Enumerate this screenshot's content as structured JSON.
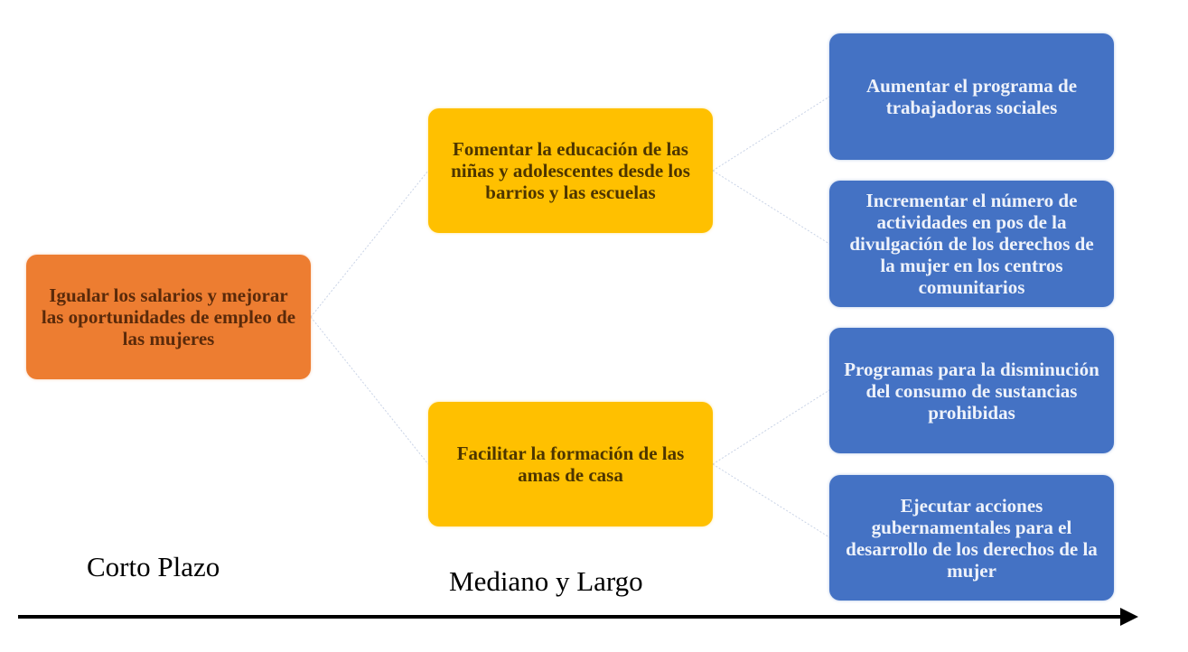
{
  "colors": {
    "root": "#ED7D31",
    "level1": "#FFC000",
    "level2": "#4472C4",
    "axis": "#000000"
  },
  "diagram": {
    "root": {
      "text": "Igualar los salarios y mejorar las oportunidades de empleo de las mujeres"
    },
    "level1": [
      {
        "text": "Fomentar la educación de las niñas y adolescentes desde los barrios y las escuelas",
        "children": [
          {
            "text": "Aumentar el programa de trabajadoras sociales"
          },
          {
            "text": "Incrementar el número de actividades en pos de la divulgación de los derechos de la mujer en los centros comunitarios"
          }
        ]
      },
      {
        "text": "Facilitar la formación de las amas de casa",
        "children": [
          {
            "text": "Programas para la disminución del consumo de sustancias prohibidas"
          },
          {
            "text": "Ejecutar acciones gubernamentales para el desarrollo de los derechos de la mujer"
          }
        ]
      }
    ]
  },
  "timeline": {
    "short_term_label": "Corto Plazo",
    "long_term_label": "Mediano y Largo"
  }
}
